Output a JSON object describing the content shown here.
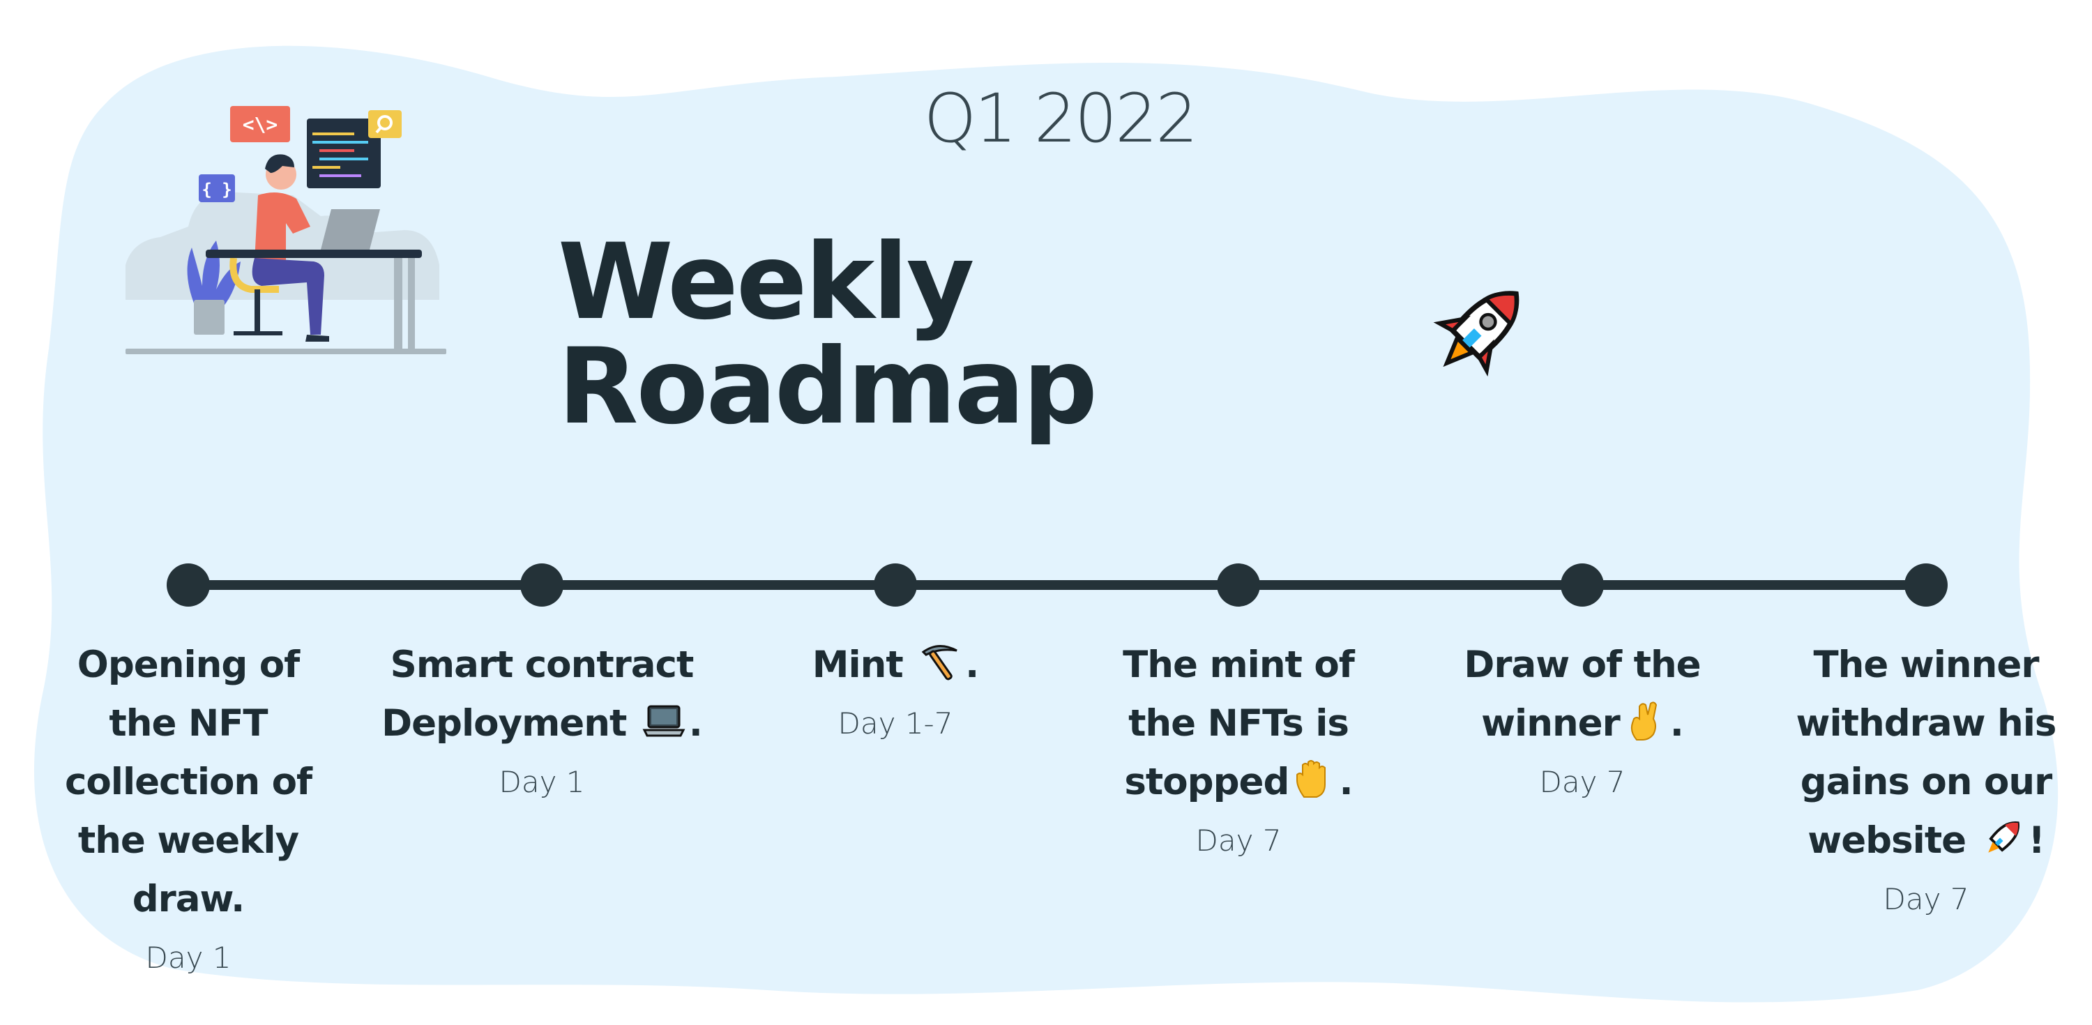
{
  "header": {
    "subtitle": "Q1 2022",
    "title": "Weekly Roadmap"
  },
  "timeline": {
    "milestones": [
      {
        "title": "Opening of the NFT collection of the weekly draw.",
        "day": "Day 1",
        "icon": ""
      },
      {
        "title": "Smart contract Deployment",
        "suffix": ".",
        "day": "Day 1",
        "icon": "laptop-icon"
      },
      {
        "title": "Mint",
        "suffix": ".",
        "day": "Day 1-7",
        "icon": "pick-icon"
      },
      {
        "title": "The mint of the NFTs is stopped",
        "suffix": ".",
        "day": "Day 7",
        "icon": "raised-hand-icon"
      },
      {
        "title": "Draw of the winner",
        "suffix": ".",
        "day": "Day 7",
        "icon": "crossed-fingers-icon"
      },
      {
        "title": "The winner withdraw his gains on our website",
        "suffix": "!",
        "day": "Day 7",
        "icon": "rocket-icon"
      }
    ]
  },
  "colors": {
    "background_blob": "#e3f3fd",
    "text_dark": "#1d2c33",
    "timeline": "#243238"
  }
}
